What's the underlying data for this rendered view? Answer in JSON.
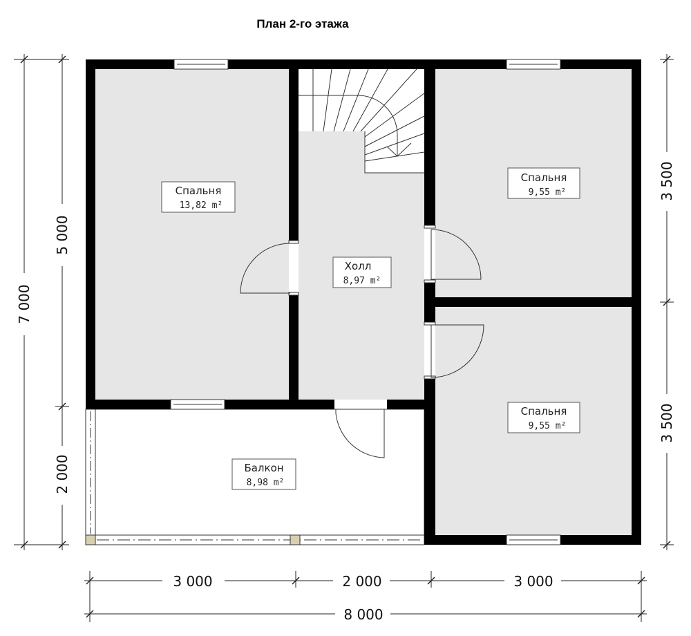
{
  "title": "План 2-го этажа",
  "rooms": [
    {
      "name": "Спальня",
      "area": "13,82 m²"
    },
    {
      "name": "Холл",
      "area": "8,97 m²"
    },
    {
      "name": "Спальня",
      "area": "9,55 m²"
    },
    {
      "name": "Спальня",
      "area": "9,55 m²"
    },
    {
      "name": "Балкон",
      "area": "8,98 m²"
    }
  ],
  "dimensions": {
    "left_total": "7 000",
    "left_upper": "5 000",
    "left_lower": "2 000",
    "right_upper": "3 500",
    "right_lower": "3 500",
    "bottom_1": "3 000",
    "bottom_2": "2 000",
    "bottom_3": "3 000",
    "bottom_total": "8 000"
  },
  "colors": {
    "wall": "#000000",
    "floor": "#e6e6e6",
    "column": "#d8cfb0"
  }
}
